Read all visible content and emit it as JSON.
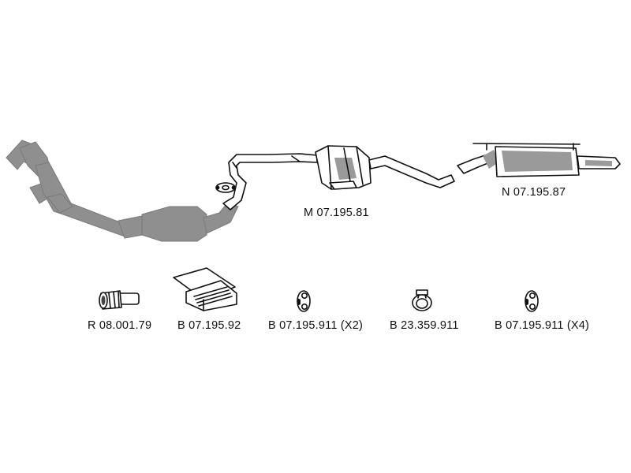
{
  "parts": {
    "middle_silencer": {
      "code": "M 07.195.81"
    },
    "rear_silencer": {
      "code": "N 07.195.87"
    }
  },
  "accessories": [
    {
      "code": "R 08.001.79",
      "icon": "pipe-connector-icon"
    },
    {
      "code": "B 07.195.92",
      "icon": "mounting-kit-box-icon"
    },
    {
      "code": "B 07.195.911 (X2)",
      "icon": "rubber-hanger-icon"
    },
    {
      "code": "B 23.359.911",
      "icon": "clamp-hanger-icon"
    },
    {
      "code": "B 07.195.911 (X4)",
      "icon": "rubber-hanger-icon"
    }
  ],
  "colors": {
    "outline": "#111111",
    "part_fill": "#ffffff",
    "ghost_fill": "#8f8f8f",
    "shade": "#9a9a9a"
  }
}
